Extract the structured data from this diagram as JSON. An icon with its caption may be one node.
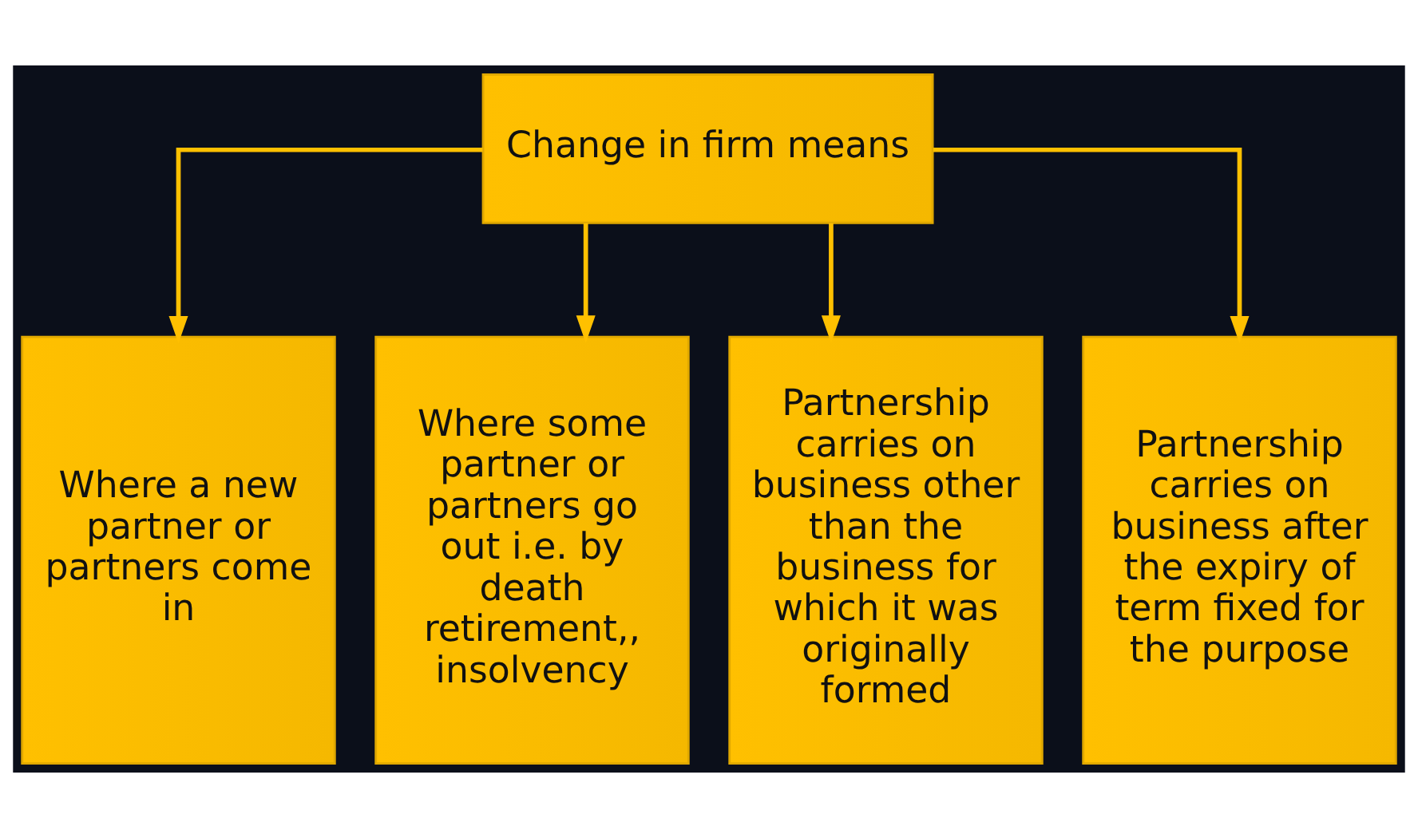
{
  "diagram": {
    "nodes": [
      {
        "text": [
          "Change in firm means"
        ]
      },
      {
        "text": [
          "Where a new partner or partners come in"
        ]
      },
      {
        "text": [
          "Where some partner or partners go out i.e. by death retirement,, insolvency"
        ]
      },
      {
        "text": [
          "Partnership carries on business other than the business for which it was originally formed"
        ]
      },
      {
        "text": [
          "Partnership carries on business after the expiry of term fixed for the purpose"
        ]
      }
    ],
    "edges": [
      {
        "from": 0,
        "to": 1,
        "arrow": "to"
      },
      {
        "from": 0,
        "to": 2,
        "arrow": "to"
      },
      {
        "from": 0,
        "to": 3,
        "arrow": "to"
      },
      {
        "from": 0,
        "to": 4,
        "arrow": "to"
      }
    ]
  }
}
